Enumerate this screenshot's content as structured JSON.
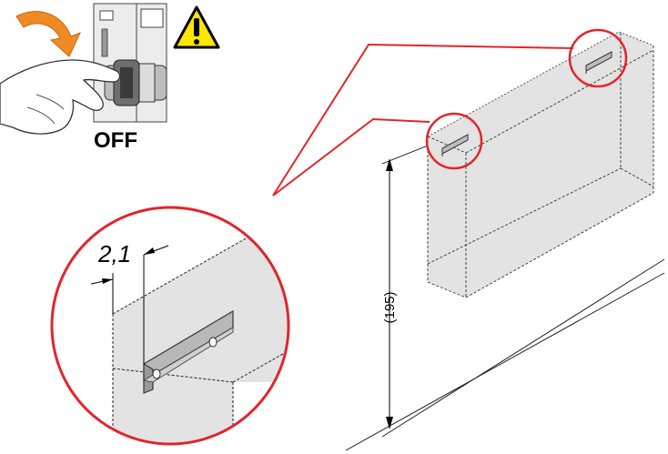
{
  "labels": {
    "power_state": "OFF",
    "height_dimension": "(195)",
    "clearance_dimension": "2,1"
  },
  "colors": {
    "callout_red": "#e2252b",
    "box_fill": "#e3e3e3",
    "warning_yellow": "#ffe600",
    "arrow_orange": "#f08a24"
  }
}
